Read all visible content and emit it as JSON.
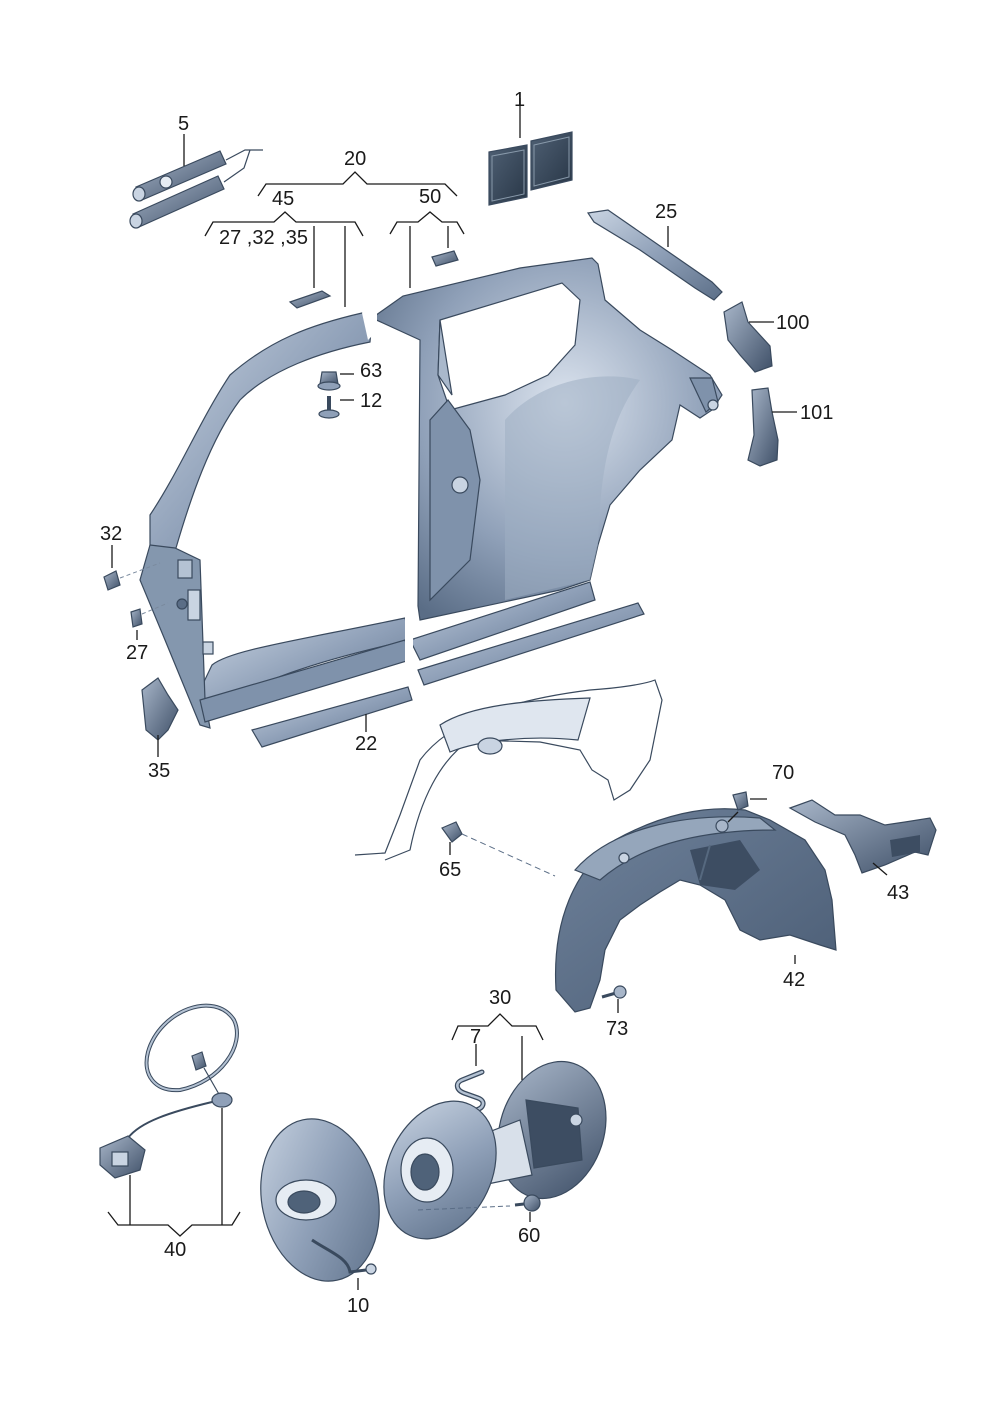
{
  "labels": {
    "p1": "1",
    "p5": "5",
    "p20": "20",
    "p45": "45",
    "p27_32_35": "27 ,32 ,35",
    "p50": "50",
    "p25": "25",
    "p100": "100",
    "p101": "101",
    "p63": "63",
    "p12": "12",
    "p32": "32",
    "p27": "27",
    "p35": "35",
    "p22": "22",
    "p70": "70",
    "p65": "65",
    "p43": "43",
    "p42": "42",
    "p73": "73",
    "p30": "30",
    "p7": "7",
    "p60": "60",
    "p40": "40",
    "p10": "10"
  },
  "colors": {
    "part_fill": "#8fa0b8",
    "part_light": "#c9d4e2",
    "part_dark": "#4f6279",
    "outline": "#3a4a5e",
    "label": "#1a1a1a"
  }
}
